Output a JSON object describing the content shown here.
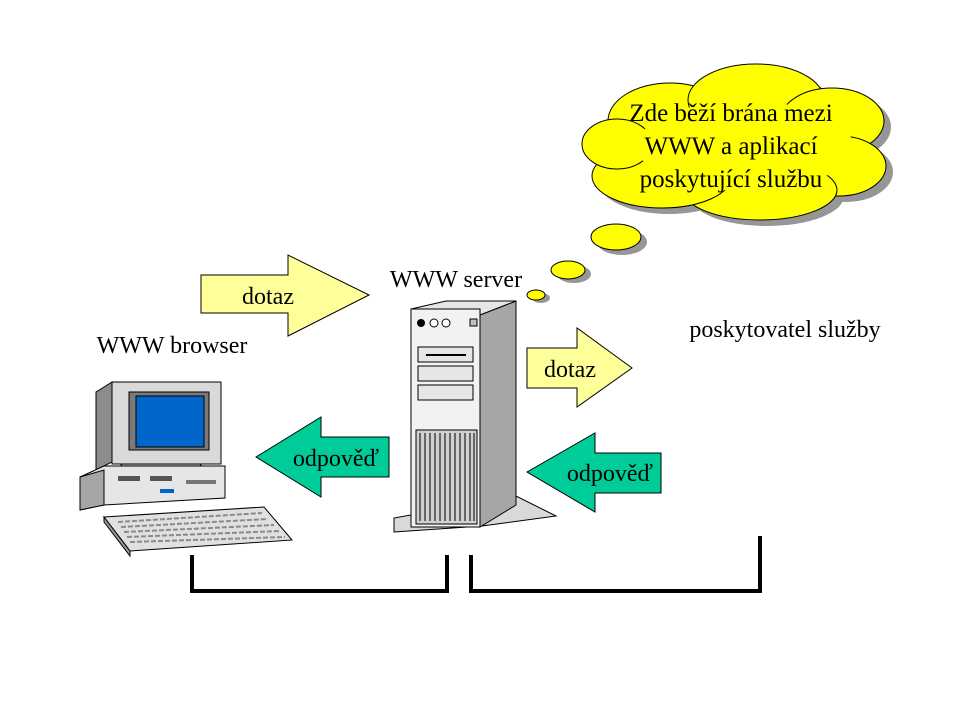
{
  "cloud": {
    "lines": [
      "Zde běží brána mezi",
      "WWW a aplikací",
      "poskytující službu"
    ]
  },
  "labels": {
    "browser": "WWW browser",
    "server": "WWW server",
    "provider": "poskytovatel služby"
  },
  "arrows": {
    "request_to_server": "dotaz",
    "request_to_provider": "dotaz",
    "response_to_browser": "odpověď",
    "response_to_server": "odpověď"
  },
  "colors": {
    "request_arrow": "#ffff99",
    "response_arrow": "#00cc99",
    "cloud_fill": "#ffff00",
    "cloud_shadow": "#969696",
    "screen": "#0066cc",
    "network_line": "#000000"
  }
}
